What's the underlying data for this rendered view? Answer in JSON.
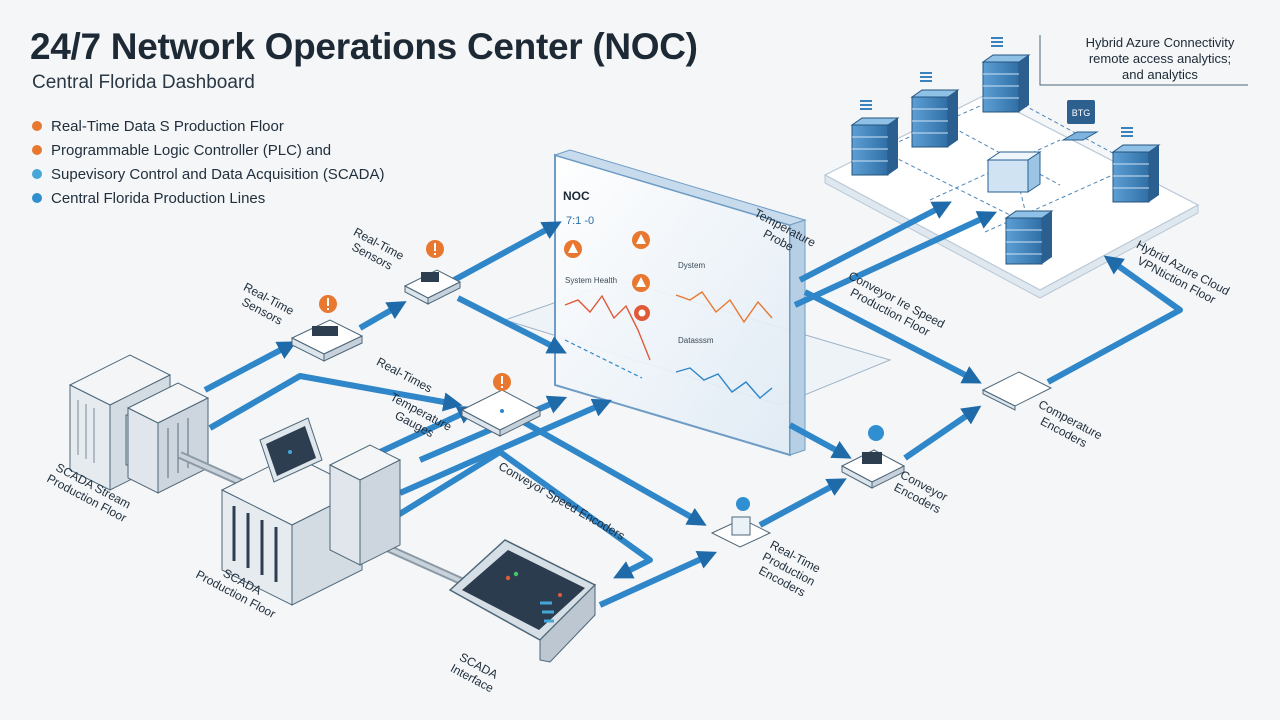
{
  "header": {
    "title": "24/7 Network Operations Center (NOC)",
    "subtitle": "Central Florida Dashboard"
  },
  "legend": [
    {
      "label": "Real-Time Data S Production Floor",
      "color": "#e8782f"
    },
    {
      "label": "Programmable Logic Controller (PLC) and",
      "color": "#e8782f"
    },
    {
      "label": "Supevisory Control and Data Acquisition (SCADA)",
      "color": "#45a6d8"
    },
    {
      "label": "Central Florida Production Lines",
      "color": "#2f8fd0"
    }
  ],
  "cloud_note": [
    "Hybrid Azure Connectivity",
    "remote access analytics;",
    "and analytics"
  ],
  "cloud_badge": "BTG",
  "monitor": {
    "title": "NOC",
    "reading": "7:1 -0",
    "panel_labels": [
      "System Health",
      "Dystem",
      "Datasssm"
    ]
  },
  "labels": {
    "rt_sensors_upper": [
      "Real-Time",
      "Sensors"
    ],
    "rt_sensors_lower": [
      "Real-Time",
      "Sensors"
    ],
    "real_times": [
      "Real-Times"
    ],
    "temp_gauges": [
      "Temperature",
      "Gauges"
    ],
    "temp_probe": [
      "Temperature",
      "Probe"
    ],
    "conveyor_speed_pf": [
      "Conveyor Ire Speed",
      "Production Floor"
    ],
    "hybrid_cloud": [
      "Hybrid Azure Cloud",
      "VPNtiction Floor"
    ],
    "comperature_enc": [
      "Comperature",
      "Encoders"
    ],
    "conveyor_enc": [
      "Conveyor",
      "Encoders"
    ],
    "conveyor_speed_enc": [
      "Conveyor Speed Encoders"
    ],
    "rt_production_enc": [
      "Real-Time",
      "Production",
      "Encoders"
    ],
    "scada_stream": [
      "SCADA Stream",
      "Production Floor"
    ],
    "scada_pf": [
      "SCADA",
      "Production Floor"
    ],
    "scada_interface": [
      "SCADA",
      "Interface"
    ]
  },
  "colors": {
    "arrow": "#2f86c8",
    "arrow_dark": "#1f6aa8",
    "alert": "#e8782f",
    "status_blue": "#2f8fd0",
    "server_blue": "#3a82bd"
  },
  "icons": [
    "warning-icon",
    "alert-icon",
    "server-icon",
    "sensor-icon",
    "plc-rack-icon",
    "hmi-panel-icon"
  ]
}
